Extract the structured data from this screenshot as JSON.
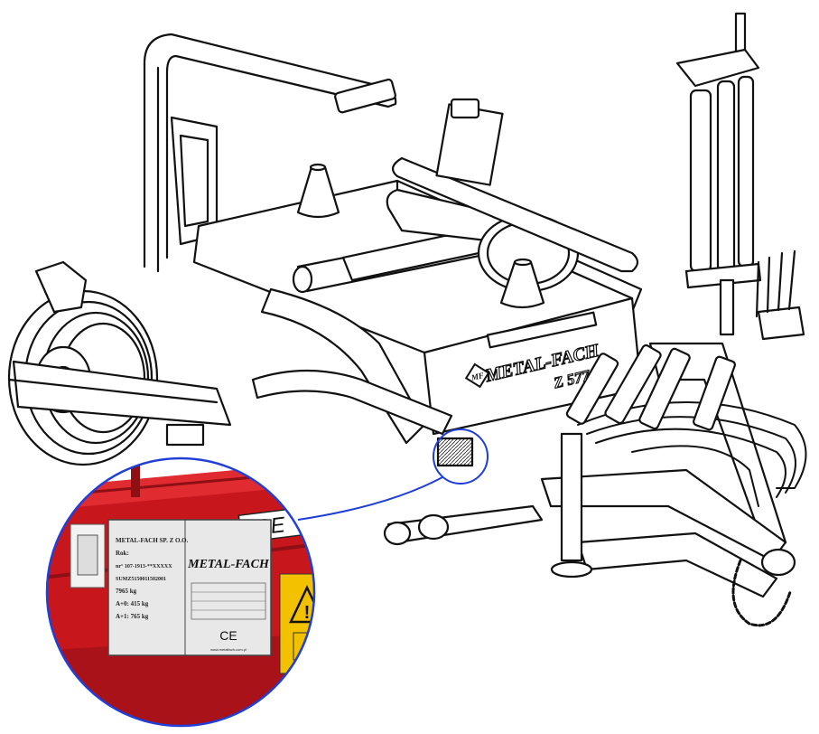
{
  "machine": {
    "brand": "METAL-FACH",
    "model": "Z 577",
    "logo_mark": "MF"
  },
  "zoom_detail": {
    "ce_decal": "CE",
    "nameplate": {
      "lines": [
        "METAL-FACH SP. Z O.O.",
        "Rok:",
        "nr° 107-1913-**XXXXX",
        "SUMZ5150011502001",
        "7965 kg",
        "A+0: 415 kg",
        "A+1: 765 kg"
      ],
      "logo": "METAL-FACH",
      "ce_mark": "CE",
      "website": "www.metalfach.com.pl"
    },
    "warning_symbol": "!"
  },
  "colors": {
    "frame_red": "#c8161d",
    "frame_red_dark": "#8e0f14",
    "callout_blue": "#1f3fd6",
    "warning_yellow": "#f2c200",
    "line_art": "#111111"
  }
}
